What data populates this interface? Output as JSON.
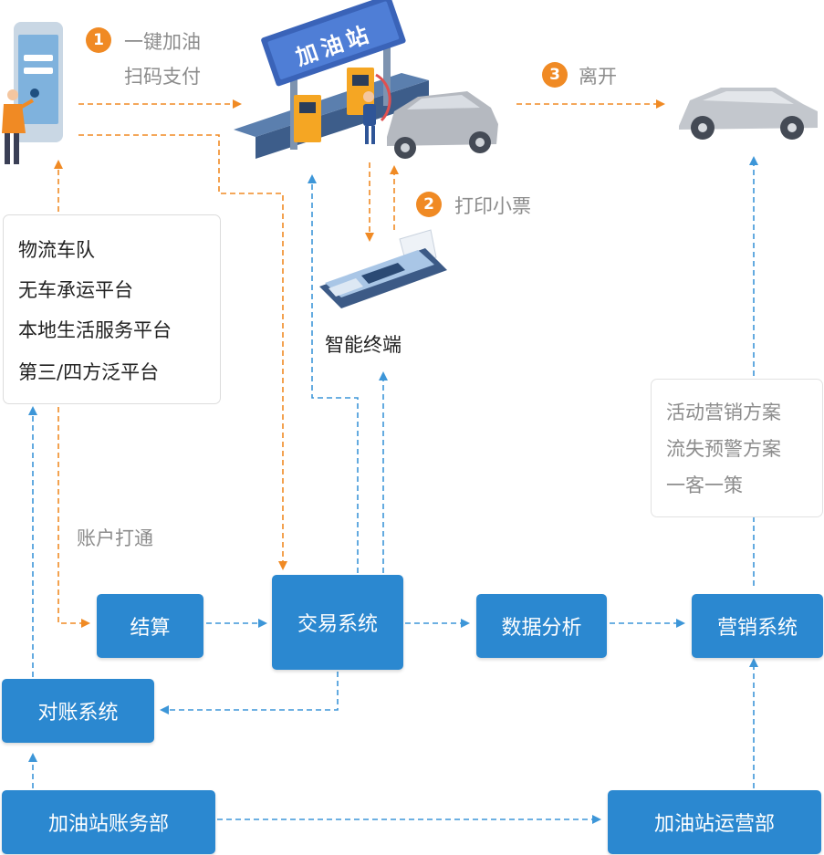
{
  "steps": [
    {
      "num": "1",
      "label_line1": "一键加油",
      "label_line2": "扫码支付"
    },
    {
      "num": "2",
      "label": "打印小票"
    },
    {
      "num": "3",
      "label": "离开"
    }
  ],
  "station_sign": "加油站",
  "terminal_label": "智能终端",
  "partners": [
    "物流车队",
    "无车承运平台",
    "本地生活服务平台",
    "第三/四方泛平台"
  ],
  "account_link_label": "账户打通",
  "marketing_plans": [
    "活动营销方案",
    "流失预警方案",
    "一客一策"
  ],
  "boxes": {
    "settlement": "结算",
    "trading": "交易系统",
    "analytics": "数据分析",
    "marketing": "营销系统",
    "reconciliation": "对账系统",
    "finance_dept": "加油站账务部",
    "operations_dept": "加油站运营部"
  },
  "colors": {
    "blue": "#2b88d0",
    "orange": "#f08a24",
    "arrow_blue": "#3d96d8",
    "grey_text": "#8c8c8c"
  }
}
